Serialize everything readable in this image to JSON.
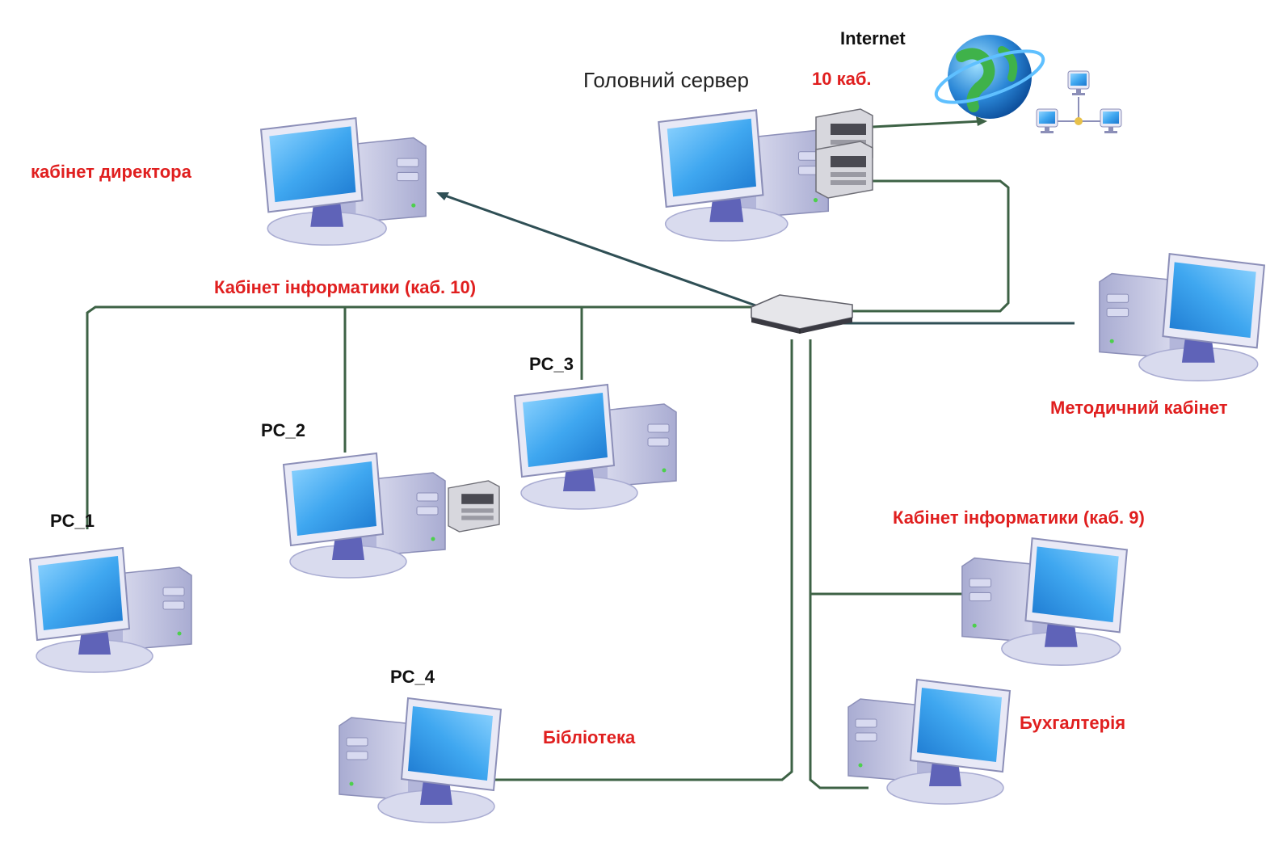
{
  "internet_label": "Internet",
  "server": {
    "name": "Головний сервер",
    "room": "10 каб."
  },
  "nodes": {
    "director": "кабінет директора",
    "informatics_10": "Кабінет інформатики (каб. 10)",
    "methodical": "Методичний кабінет",
    "informatics_9": "Кабінет інформатики (каб. 9)",
    "accounting": "Бухгалтерія",
    "library": "Бібліотека",
    "pc1": "PC_1",
    "pc2": "PC_2",
    "pc3": "PC_3",
    "pc4": "PC_4"
  },
  "colors": {
    "label_red": "#e01f1f",
    "label_black": "#111111",
    "cable": "#3d6245",
    "monitor_screen": "#3fa7f0",
    "case": "#c9cbe6",
    "globe": "#2a86d6"
  },
  "icons": {
    "computer": "desktop-computer-icon",
    "server": "server-icon",
    "switch": "network-switch-icon",
    "globe": "internet-globe-icon",
    "network": "network-cluster-icon"
  }
}
